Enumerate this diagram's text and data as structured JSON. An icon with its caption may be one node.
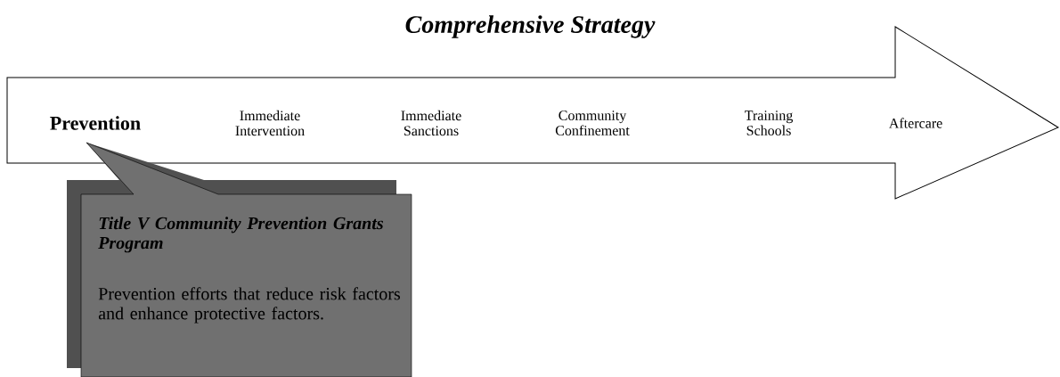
{
  "diagram": {
    "title": "Comprehensive Strategy",
    "nodes": [
      {
        "text": [
          "Prevention",
          "Immediate Intervention",
          "Immediate Sanctions",
          "Community Confinement",
          "Training Schools",
          "Aftercare"
        ]
      },
      {
        "text": [
          "Title V Community Prevention Grants Program",
          "Prevention efforts that reduce risk factors and enhance protective factors."
        ]
      }
    ]
  }
}
